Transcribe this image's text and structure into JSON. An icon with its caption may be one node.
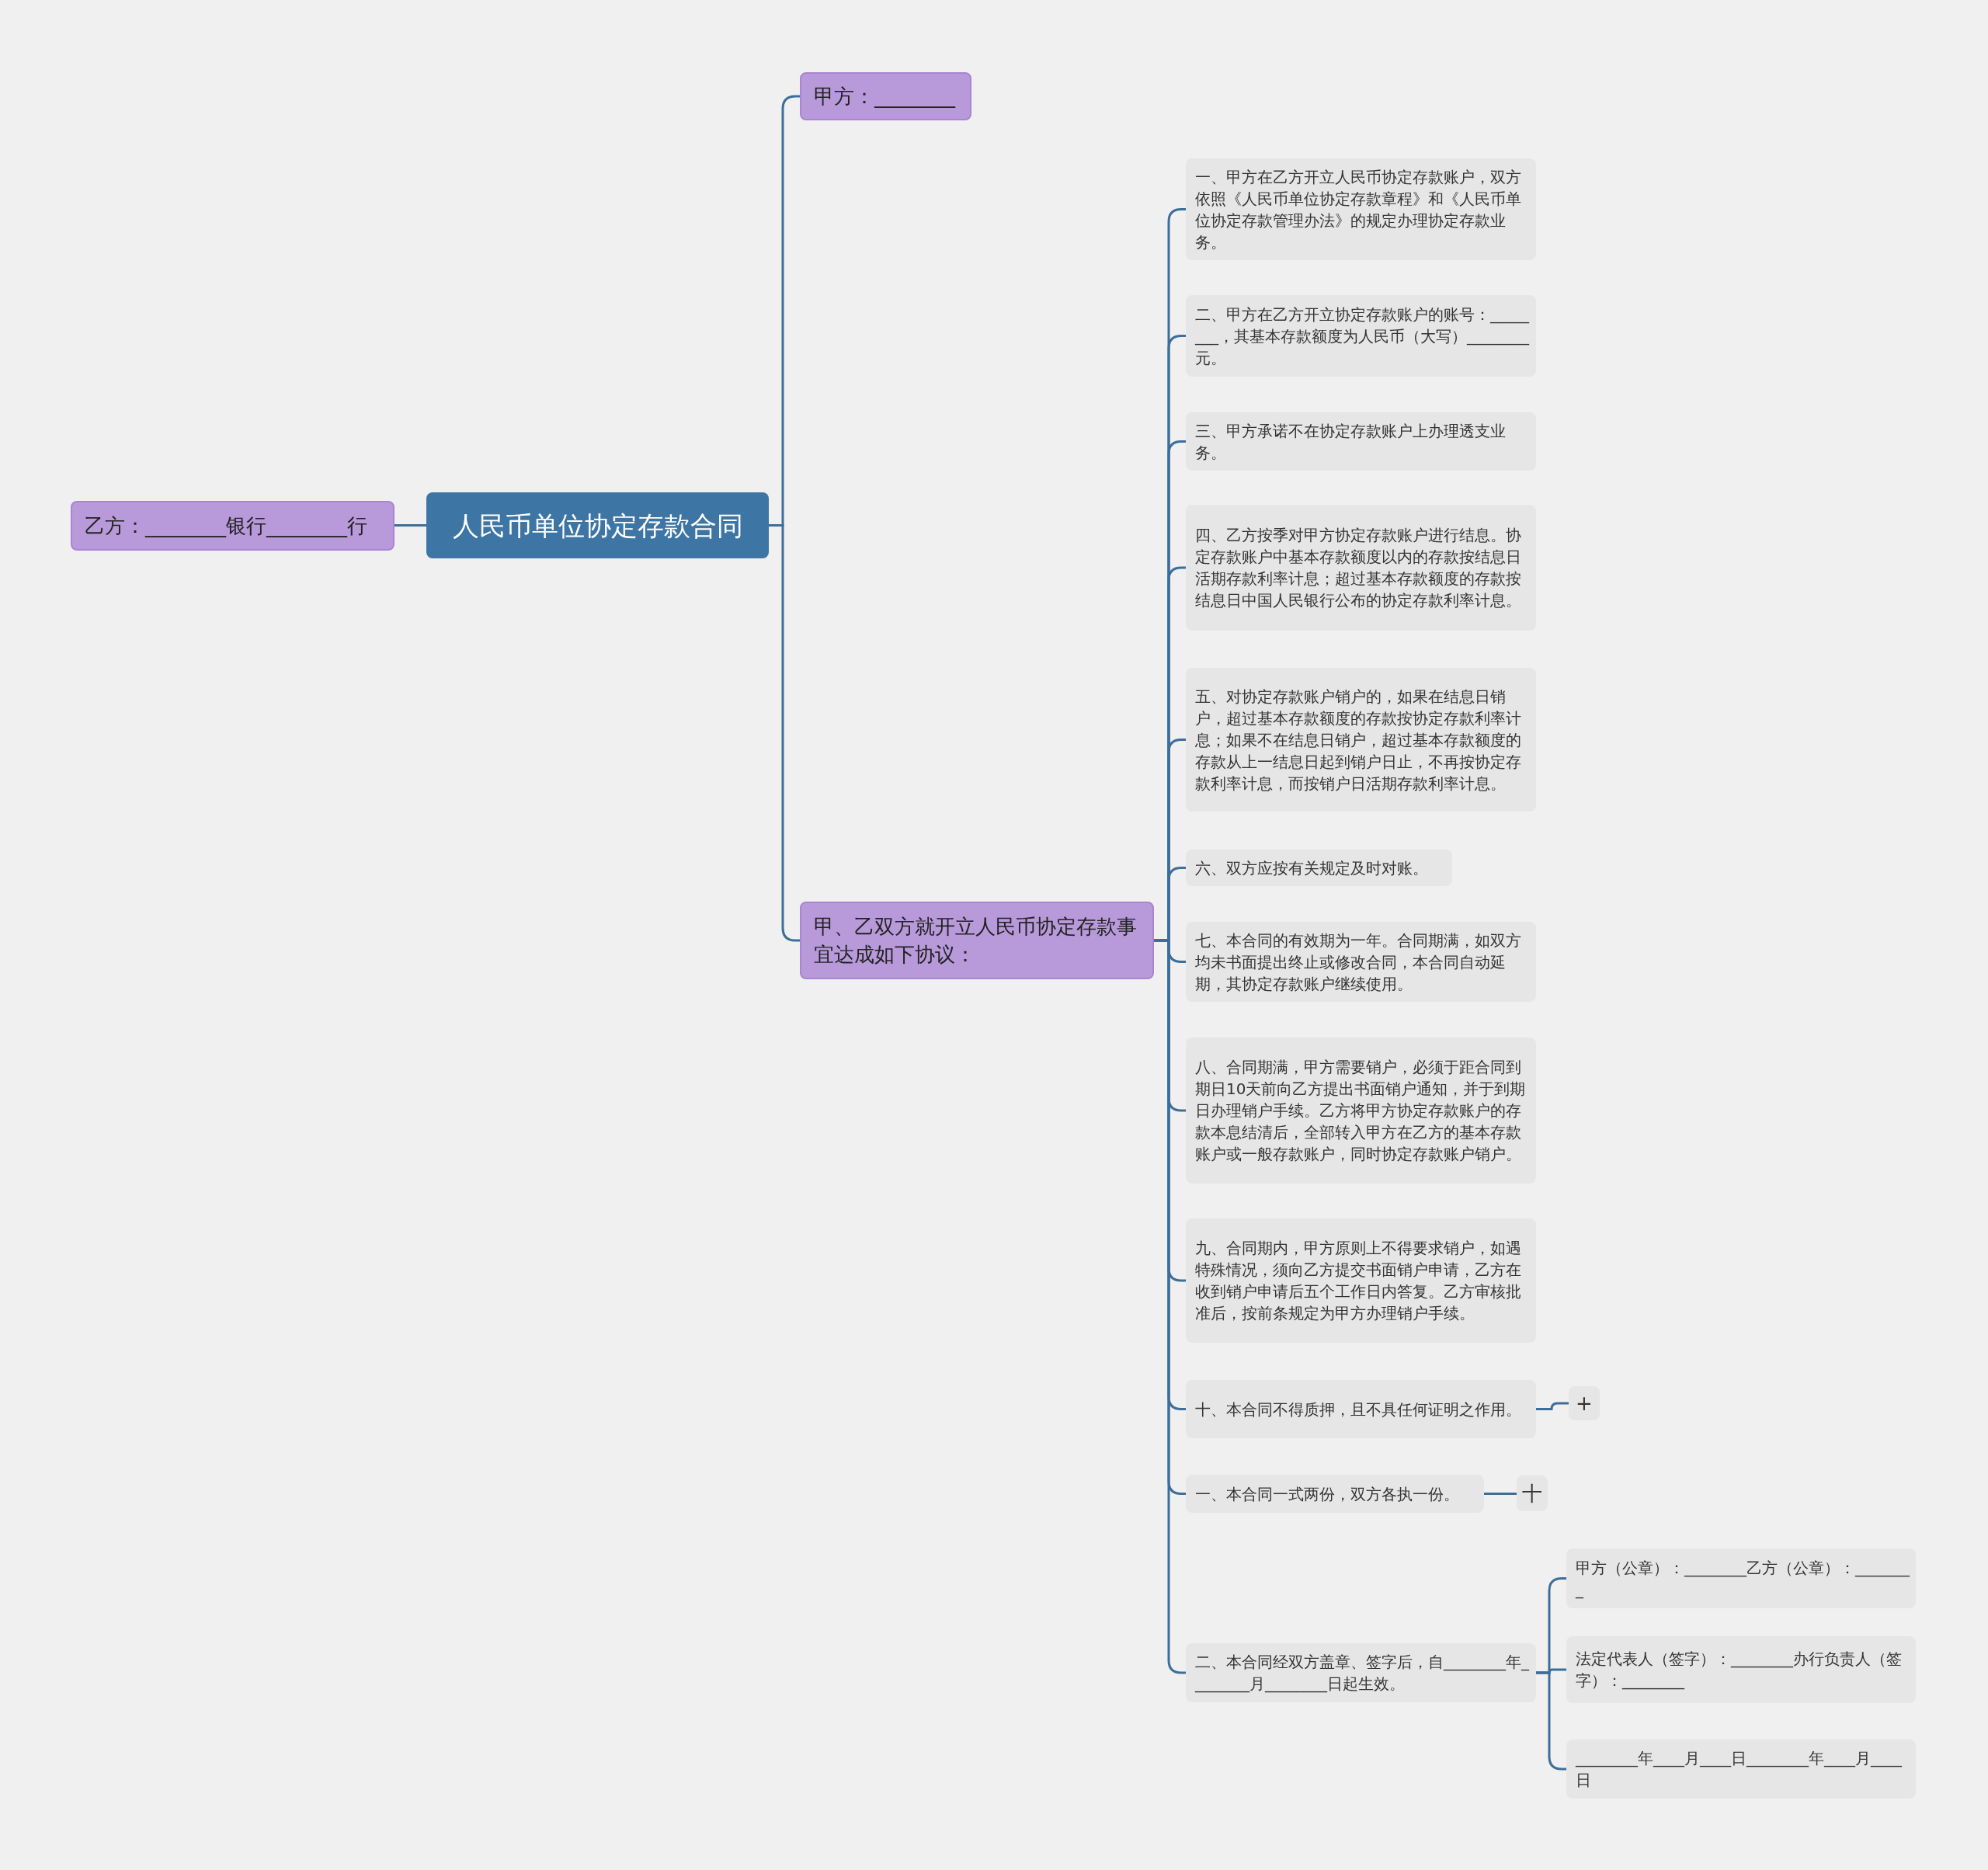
{
  "diagram": {
    "nodes": [
      {
        "text": [
          "人民币单位协定存款合同"
        ]
      },
      {
        "text": [
          "乙方：________银行________行"
        ]
      },
      {
        "text": [
          "甲方：________"
        ]
      },
      {
        "text": [
          "甲、乙双方就开立人民币协定存款事宜达成如下协议："
        ]
      },
      {
        "text": [
          "一、甲方在乙方开立人民币协定存款账户，双方依照《人民币单位协定存款章程》和《人民币单位协定存款管理办法》的规定办理协定存款业务。"
        ]
      },
      {
        "text": [
          "二、甲方在乙方开立协定存款账户的账号：________，其基本存款额度为人民币（大写）________元。"
        ]
      },
      {
        "text": [
          "三、甲方承诺不在协定存款账户上办理透支业务。"
        ]
      },
      {
        "text": [
          "四、乙方按季对甲方协定存款账户进行结息。协定存款账户中基本存款额度以内的存款按结息日活期存款利率计息；超过基本存款额度的存款按结息日中国人民银行公布的协定存款利率计息。"
        ]
      },
      {
        "text": [
          "五、对协定存款账户销户的，如果在结息日销户，超过基本存款额度的存款按协定存款利率计息；如果不在结息日销户，超过基本存款额度的存款从上一结息日起到销户日止，不再按协定存款利率计息，而按销户日活期存款利率计息。"
        ]
      },
      {
        "text": [
          "六、双方应按有关规定及时对账。"
        ]
      },
      {
        "text": [
          "七、本合同的有效期为一年。合同期满，如双方均未书面提出终止或修改合同，本合同自动延期，其协定存款账户继续使用。"
        ]
      },
      {
        "text": [
          "八、合同期满，甲方需要销户，必须于距合同到期日10天前向乙方提出书面销户通知，并于到期日办理销户手续。乙方将甲方协定存款账户的存款本息结清后，全部转入甲方在乙方的基本存款账户或一般存款账户，同时协定存款账户销户。"
        ]
      },
      {
        "text": [
          "九、合同期内，甲方原则上不得要求销户，如遇特殊情况，须向乙方提交书面销户申请，乙方在收到销户申请后五个工作日内答复。乙方审核批准后，按前条规定为甲方办理销户手续。"
        ]
      },
      {
        "text": [
          "十、本合同不得质押，且不具任何证明之作用。"
        ]
      },
      {
        "text": [
          "+"
        ]
      },
      {
        "text": [
          "一、本合同一式两份，双方各执一份。"
        ]
      },
      {
        "text": [
          "十"
        ]
      },
      {
        "text": [
          "二、本合同经双方盖章、签字后，自________年________月________日起生效。"
        ]
      },
      {
        "text": [
          "甲方（公章）：________乙方（公章）：________"
        ]
      },
      {
        "text": [
          "法定代表人（签字）：________办行负责人（签字）：________"
        ]
      },
      {
        "text": [
          "________年____月____日________年____月____日"
        ]
      }
    ],
    "edges": [
      {
        "from": 0,
        "to": 1,
        "arrow": "none"
      },
      {
        "from": 0,
        "to": 2,
        "arrow": "none"
      },
      {
        "from": 0,
        "to": 3,
        "arrow": "none"
      },
      {
        "from": 3,
        "to": 4,
        "arrow": "none"
      },
      {
        "from": 3,
        "to": 5,
        "arrow": "none"
      },
      {
        "from": 3,
        "to": 6,
        "arrow": "none"
      },
      {
        "from": 3,
        "to": 7,
        "arrow": "none"
      },
      {
        "from": 3,
        "to": 8,
        "arrow": "none"
      },
      {
        "from": 3,
        "to": 9,
        "arrow": "none"
      },
      {
        "from": 3,
        "to": 10,
        "arrow": "none"
      },
      {
        "from": 3,
        "to": 11,
        "arrow": "none"
      },
      {
        "from": 3,
        "to": 12,
        "arrow": "none"
      },
      {
        "from": 3,
        "to": 13,
        "arrow": "none"
      },
      {
        "from": 13,
        "to": 14,
        "arrow": "none"
      },
      {
        "from": 3,
        "to": 15,
        "arrow": "none"
      },
      {
        "from": 15,
        "to": 16,
        "arrow": "none"
      },
      {
        "from": 3,
        "to": 17,
        "arrow": "none"
      },
      {
        "from": 17,
        "to": 18,
        "arrow": "none"
      },
      {
        "from": 17,
        "to": 19,
        "arrow": "none"
      },
      {
        "from": 17,
        "to": 20,
        "arrow": "none"
      }
    ]
  }
}
